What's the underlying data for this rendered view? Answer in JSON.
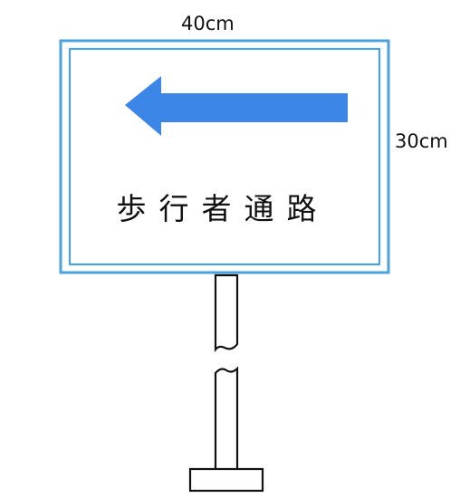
{
  "dimensions": {
    "width": "40cm",
    "height": "30cm"
  },
  "sign": {
    "text": "歩行者通路",
    "arrow_direction": "left",
    "arrow_color": "#3b86e6",
    "border_color": "#4aa3df"
  }
}
